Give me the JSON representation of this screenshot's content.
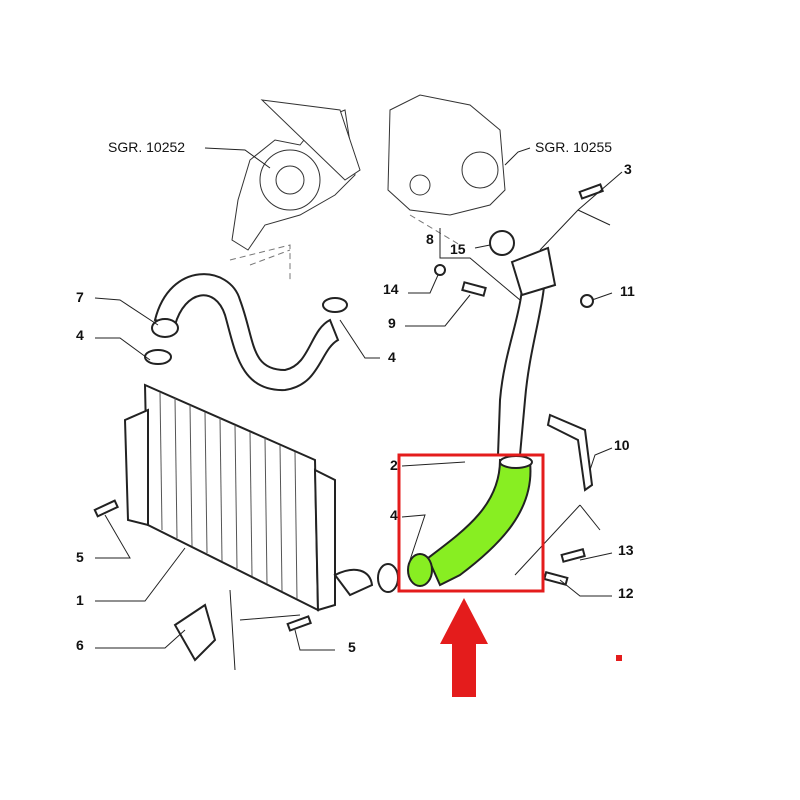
{
  "diagram": {
    "references": {
      "turbo": "SGR. 10252",
      "manifold": "SGR. 10255"
    },
    "callouts": [
      "3",
      "8",
      "15",
      "14",
      "11",
      "7",
      "9",
      "4",
      "4",
      "10",
      "2",
      "5",
      "13",
      "4",
      "1",
      "12",
      "6",
      "5"
    ],
    "highlight_color": "#ff0000",
    "hose_color": "#88ee22"
  }
}
